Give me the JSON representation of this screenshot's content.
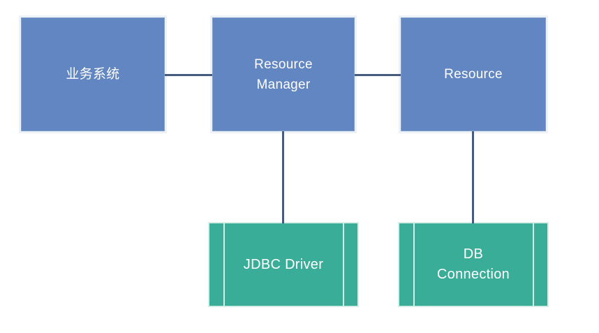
{
  "diagram": {
    "type": "architecture-diagram",
    "background": "#ffffff",
    "colors": {
      "blue_node_fill": "#6186C1",
      "blue_node_border": "#EDF1F8",
      "teal_node_fill": "#3AAD99",
      "teal_node_border": "#D5EEE8",
      "connector": "#455A7D",
      "label_text": "#FFFFFF"
    },
    "nodes": [
      {
        "id": "business-system",
        "style": "blue",
        "label": "业务系统",
        "lines": [
          "业务系统"
        ]
      },
      {
        "id": "resource-manager",
        "style": "blue",
        "label": "Resource Manager",
        "lines": [
          "Resource",
          "Manager"
        ]
      },
      {
        "id": "resource",
        "style": "blue",
        "label": "Resource",
        "lines": [
          "Resource"
        ]
      },
      {
        "id": "jdbc-driver",
        "style": "teal",
        "label": "JDBC Driver",
        "lines": [
          "JDBC Driver"
        ]
      },
      {
        "id": "db-connection",
        "style": "teal",
        "label": "DB Connection",
        "lines": [
          "DB",
          "Connection"
        ]
      }
    ],
    "edges": [
      {
        "from": "business-system",
        "to": "resource-manager",
        "orientation": "horizontal"
      },
      {
        "from": "resource-manager",
        "to": "resource",
        "orientation": "horizontal"
      },
      {
        "from": "resource-manager",
        "to": "jdbc-driver",
        "orientation": "vertical"
      },
      {
        "from": "resource",
        "to": "db-connection",
        "orientation": "vertical"
      }
    ]
  }
}
